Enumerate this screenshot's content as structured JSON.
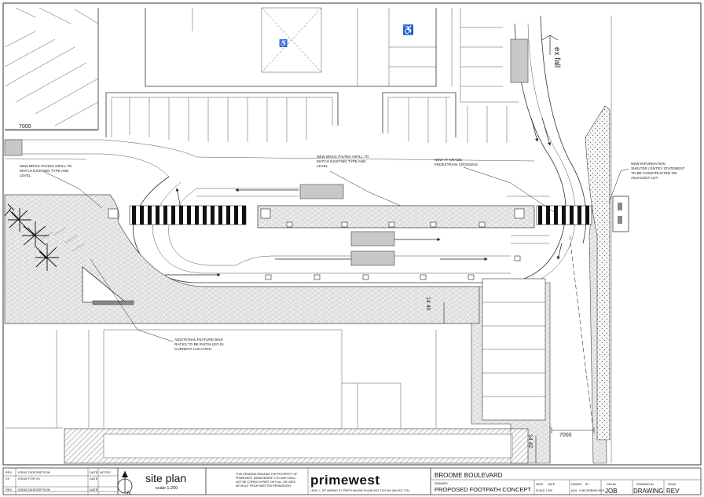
{
  "notes": {
    "brick_left": [
      "NEW BRICK PAVING INFILL TO",
      "MATCH EXISTING TYPE AND",
      "LEVEL"
    ],
    "brick_center": [
      "NEW BRICK PAVING INFILL TO",
      "MATCH EXISTING TYPE AND",
      "LEVEL"
    ],
    "crossing": [
      "NEW AT GRADE",
      "PEDESTRIAN CROSSING"
    ],
    "shelter": [
      "NEW INFORMATION",
      "SHELTER / ENTRY STATEMENT",
      "TO BE CONSTRUCTED ON",
      "ADJACENT LOT"
    ],
    "bike_racks": [
      "ADDITIONAL FEATURE BIKE",
      "RACKS TO BE INSTALLED IN",
      "CURRENT LOCATION"
    ]
  },
  "dimensions": {
    "left_7000": "7000",
    "right_7000": "7000",
    "dim_1440": "14 40",
    "dim_1442": "14 42",
    "ex_fall": "ex fall"
  },
  "title_block": {
    "rev_header": "REV",
    "issue_description_header": "ISSUE DESCRIPTION",
    "date_header": "DATE",
    "notes_header": "NOTES",
    "rev_value": "XX",
    "issue_value": "ISSUE FOR XX",
    "date_value": "DATE",
    "rev_footer": "REV",
    "issue_footer": "ISSUE DESCRIPTION",
    "date_footer": "DATE",
    "north": "N",
    "sheet_title": "site plan",
    "scale": "scale 1:200",
    "disclaimer": [
      "THIS DRAWING REMAINS THE PROPERTY OF",
      "PRIMEWEST MANAGEMENT LTD AND SHALL",
      "NOT BE COPIED IN PART OR FULL OR USED",
      "WITHOUT PRIOR WRITTEN PERMISSION"
    ],
    "logo": "primewest",
    "address": "LEVEL 1, 307 MURRAY ST,  PERTH  WA  6000   PH (08) 9321 7133   FAX (08) 9321 7744",
    "project": "BROOME BOULEVARD",
    "drawing_label": "DRAWING",
    "drawing_title": "PROPOSED FOOTPATH CONCEPT",
    "date_label": "DATE",
    "date_value2": "DATE",
    "scale_label": "SCALE 1:200",
    "drawn_label": "DRAWN",
    "by_label": "BY",
    "drawn_value": "(AU)",
    "checked_label": "CHECKED",
    "checked_value": "CHECKED",
    "job_no_label": "JOB No",
    "job_value": "JOB",
    "drawing_no_label": "DRAWING No",
    "drawing_value": "DRAWING",
    "issue_label": "ISSUE",
    "issue_rev_value": "REV"
  }
}
